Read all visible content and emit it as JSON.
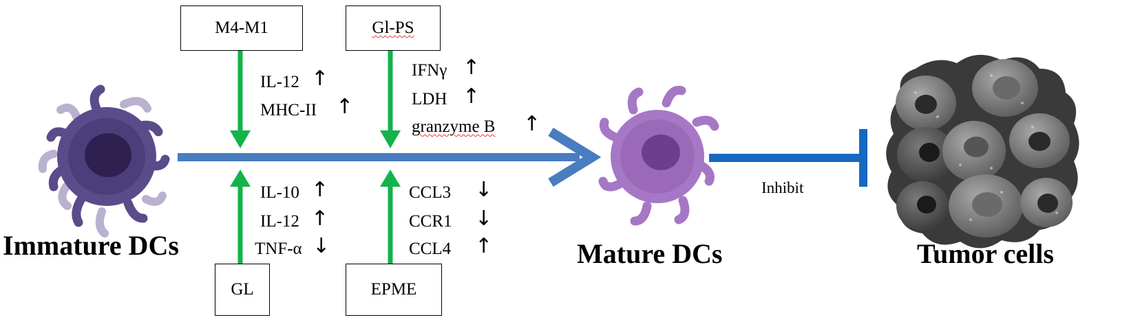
{
  "boxes": {
    "m4m1": "M4-M1",
    "glps": "Gl-PS",
    "gl": "GL",
    "epme": "EPME"
  },
  "effects": {
    "m4m1": [
      "IL-12",
      "MHC-II"
    ],
    "glps": [
      "IFNγ",
      "LDH",
      "granzyme  B"
    ],
    "gl": [
      "IL-10",
      "IL-12",
      "TNF-α"
    ],
    "epme": [
      "CCL3",
      "CCR1",
      "CCL4"
    ]
  },
  "arrows": {
    "up": "↑",
    "down": "↓"
  },
  "labels": {
    "immature": "Immature DCs",
    "mature": "Mature DCs",
    "tumor": "Tumor cells",
    "inhibit": "Inhibit"
  },
  "colors": {
    "main_arrow": "#4a7cc0",
    "green_arrow": "#13b34a",
    "immature_cell": "#5a4b8a",
    "mature_cell": "#a677c4",
    "tumor": "#5a5a5a"
  }
}
